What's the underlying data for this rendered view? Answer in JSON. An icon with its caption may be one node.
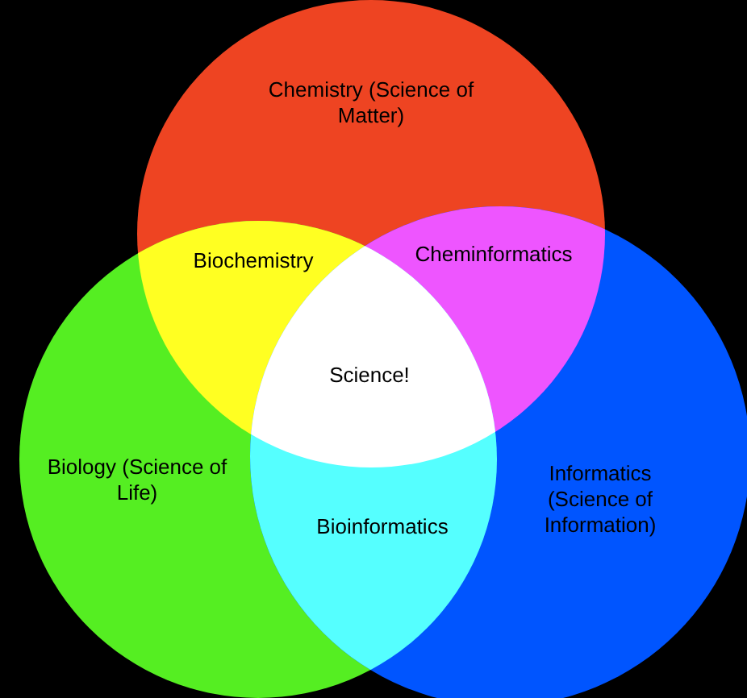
{
  "diagram": {
    "nodes": [
      {
        "text": [
          "Chemistry (Science of Matter)"
        ]
      },
      {
        "text": [
          "Biology (Science of Life)"
        ]
      },
      {
        "text": [
          "Informatics (Science of Information)"
        ]
      }
    ],
    "labels": [
      "Biochemistry",
      "Cheminformatics",
      "Science!",
      "Bioinformatics"
    ]
  }
}
